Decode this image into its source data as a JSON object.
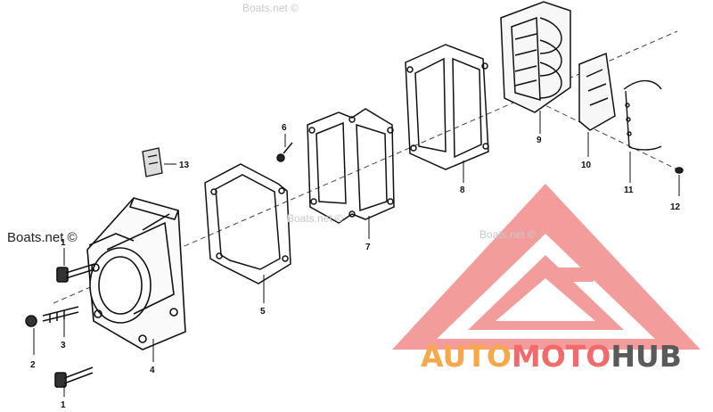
{
  "watermarks": {
    "primary": "Boats.net ©",
    "faint": [
      "Boats.net ©",
      "Boats.net ©",
      "Boats.net ©"
    ]
  },
  "brand": {
    "part1": "AUTO",
    "part2": "MOTO",
    "part3": "HUB",
    "colors": {
      "orange": "#f7a84a",
      "red": "#f36a6a",
      "gray": "#5a5a5a",
      "triangle": "#f28b8b"
    }
  },
  "callouts": {
    "c1a": "1",
    "c1b": "1",
    "c2": "2",
    "c3": "3",
    "c4": "4",
    "c5": "5",
    "c6": "6",
    "c7": "7",
    "c8": "8",
    "c9": "9",
    "c10": "10",
    "c11": "11",
    "c12": "12",
    "c13": "13"
  }
}
